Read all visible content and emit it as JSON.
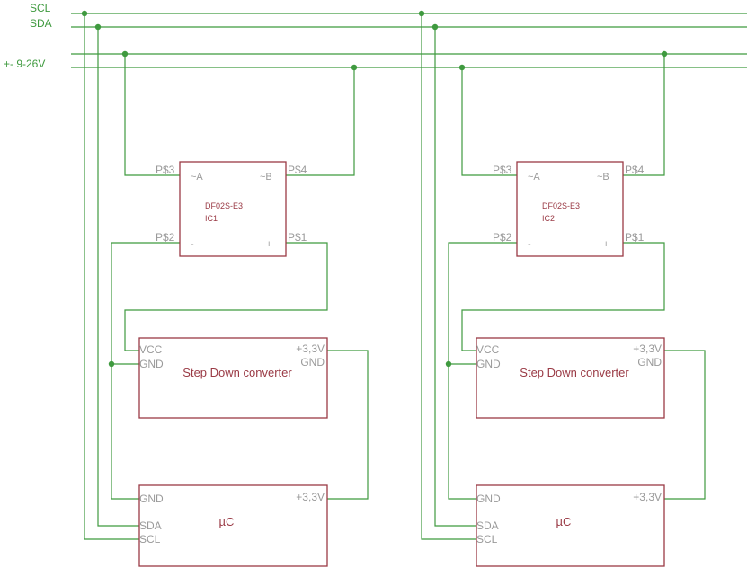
{
  "nets": {
    "scl": "SCL",
    "sda": "SDA",
    "power": "+- 9-26V"
  },
  "rectifiers": [
    {
      "part": "DF02S-E3",
      "ref": "IC1",
      "pin_p3": "P$3",
      "pin_p4": "P$4",
      "pin_p2": "P$2",
      "pin_p1": "P$1",
      "ac_a": "~A",
      "ac_b": "~B",
      "minus": "-",
      "plus": "+"
    },
    {
      "part": "DF02S-E3",
      "ref": "IC2",
      "pin_p3": "P$3",
      "pin_p4": "P$4",
      "pin_p2": "P$2",
      "pin_p1": "P$1",
      "ac_a": "~A",
      "ac_b": "~B",
      "minus": "-",
      "plus": "+"
    }
  ],
  "converters": [
    {
      "name": "Step Down converter",
      "vcc": "VCC",
      "gnd": "GND",
      "out": "+3,3V",
      "out_gnd": "GND"
    },
    {
      "name": "Step Down converter",
      "vcc": "VCC",
      "gnd": "GND",
      "out": "+3,3V",
      "out_gnd": "GND"
    }
  ],
  "mcus": [
    {
      "name": "µC",
      "gnd": "GND",
      "sda": "SDA",
      "scl": "SCL",
      "vcc": "+3,3V"
    },
    {
      "name": "µC",
      "gnd": "GND",
      "sda": "SDA",
      "scl": "SCL",
      "vcc": "+3,3V"
    }
  ],
  "colors": {
    "wire": "#3f9a3f",
    "part": "#9a3a45",
    "pin_text": "#9a9a9a"
  }
}
